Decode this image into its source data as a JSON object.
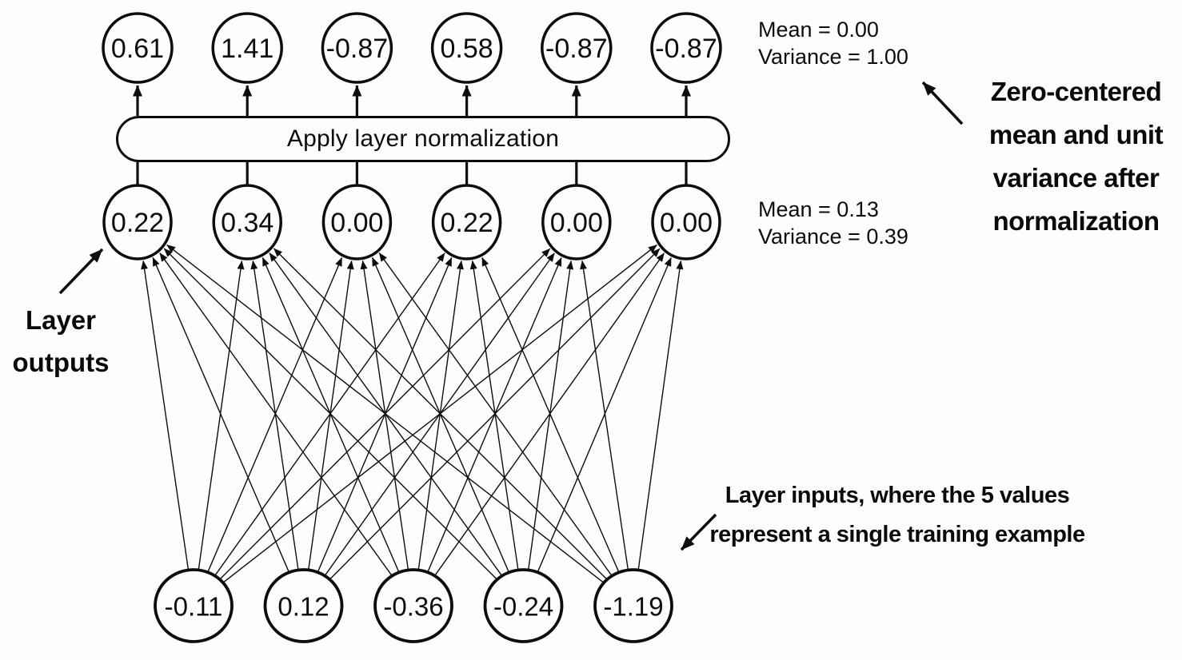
{
  "diagram": {
    "box_label": "Apply layer normalization",
    "normalized_outputs": [
      "0.61",
      "1.41",
      "-0.87",
      "0.58",
      "-0.87",
      "-0.87"
    ],
    "layer_outputs": [
      "0.22",
      "0.34",
      "0.00",
      "0.22",
      "0.00",
      "0.00"
    ],
    "layer_inputs": [
      "-0.11",
      "0.12",
      "-0.36",
      "-0.24",
      "-1.19"
    ],
    "stats_after_normalization": [
      "Mean = 0.00",
      "Variance = 1.00"
    ],
    "stats_before_normalization": [
      "Mean = 0.13",
      "Variance = 0.39"
    ],
    "annotation_normalized": [
      "Zero-centered",
      "mean and unit",
      "variance after",
      "normalization"
    ],
    "annotation_outputs": [
      "Layer",
      "outputs"
    ],
    "annotation_inputs": [
      "Layer inputs, where the 5 values",
      "represent a single training example"
    ],
    "colors": {
      "ink": "#0d0d0d",
      "background": "#fdfdfd"
    }
  }
}
